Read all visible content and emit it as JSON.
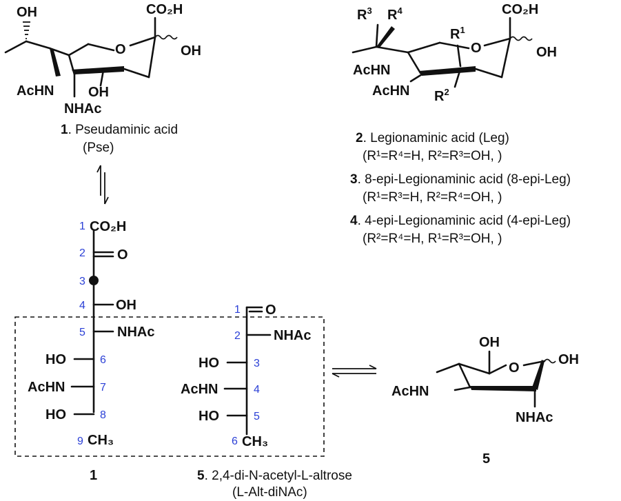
{
  "pse": {
    "OH": "OH",
    "CO2H": "CO₂H",
    "OH_anomeric": "OH",
    "O_ring": "O",
    "AcHN": "AcHN",
    "NHAc": "NHAc",
    "OH4": "OH",
    "label_num": "1",
    "label_name": ". Pseudaminic acid",
    "label_abbr": "(Pse)"
  },
  "leg": {
    "R3": "R",
    "R3_sup": "3",
    "R4": "R",
    "R4_sup": "4",
    "CO2H": "CO₂H",
    "R1": "R",
    "R1_sup": "1",
    "O_ring": "O",
    "OH": "OH",
    "AcHN_top": "AcHN",
    "AcHN_bottom": "AcHN",
    "R2": "R",
    "R2_sup": "2",
    "entries": [
      {
        "num": "2",
        "name": ". Legionaminic acid (Leg)",
        "cond": "(R¹=R⁴=H, R²=R³=OH, )"
      },
      {
        "num": "3",
        "name": ". 8-epi-Legionaminic acid (8-epi-Leg)",
        "cond": "(R¹=R³=H, R²=R⁴=OH, )"
      },
      {
        "num": "4",
        "name": ". 4-epi-Legionaminic acid (4-epi-Leg)",
        "cond": "(R²=R⁴=H, R¹=R³=OH, )"
      }
    ]
  },
  "fischer1": {
    "positions": [
      "1",
      "2",
      "3",
      "4",
      "5",
      "6",
      "7",
      "8",
      "9"
    ],
    "CO2H": "CO₂H",
    "O": "O",
    "OH4": "OH",
    "NHAc5": "NHAc",
    "HO6": "HO",
    "AcHN7": "AcHN",
    "HO8": "HO",
    "CH3": "CH₃",
    "label": "1"
  },
  "fischer5": {
    "positions": [
      "1",
      "2",
      "3",
      "4",
      "5",
      "6"
    ],
    "O": "O",
    "NHAc2": "NHAc",
    "HO3": "HO",
    "AcHN4": "AcHN",
    "HO5": "HO",
    "CH3": "CH₃",
    "label_num": "5",
    "label_name": ". 2,4-di-N-acetyl-L-altrose",
    "label_abbr": "(L-Alt-diNAc)"
  },
  "ring5": {
    "OH_top": "OH",
    "OH_right": "OH",
    "O_ring": "O",
    "AcHN": "AcHN",
    "NHAc": "NHAc",
    "label": "5"
  }
}
